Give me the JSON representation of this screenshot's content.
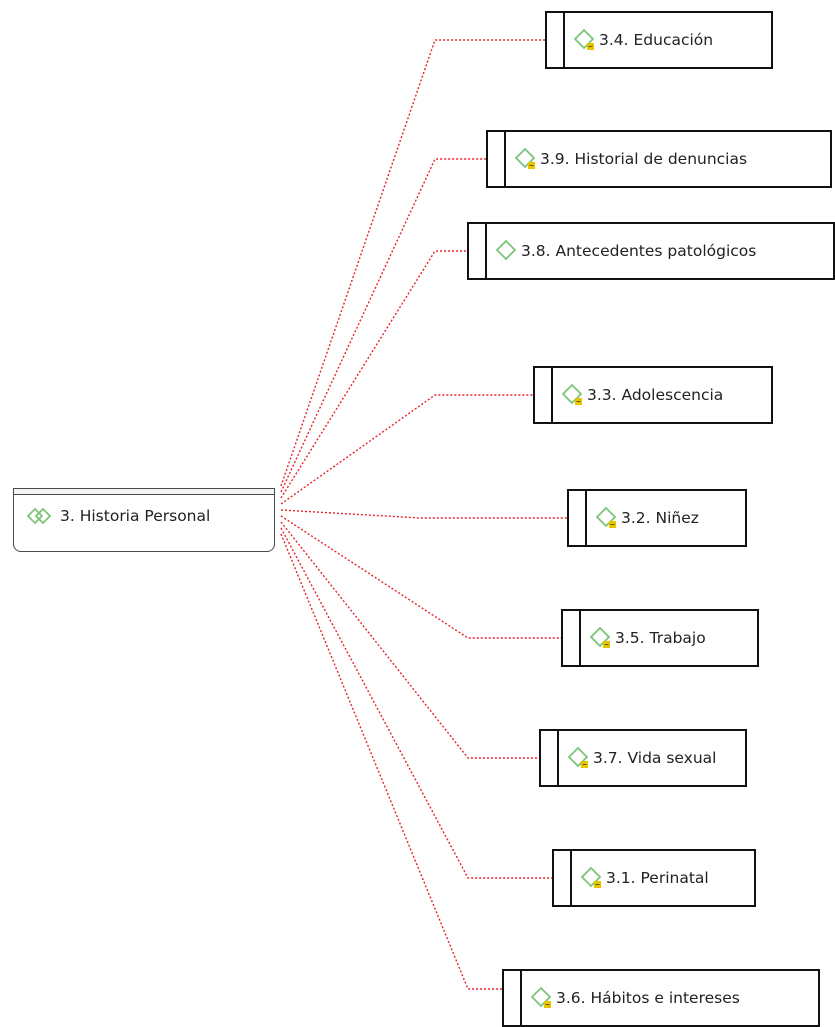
{
  "diagram": {
    "root": {
      "label": "3. Historia Personal",
      "icon": "double-diamond-icon"
    },
    "children": [
      {
        "id": "educacion",
        "label": "3.4. Educación",
        "icon": "diamond-note-icon"
      },
      {
        "id": "historial-denuncias",
        "label": "3.9. Historial de denuncias",
        "icon": "diamond-note-icon"
      },
      {
        "id": "antecedentes-patologicos",
        "label": "3.8. Antecedentes patológicos",
        "icon": "diamond-icon"
      },
      {
        "id": "adolescencia",
        "label": "3.3. Adolescencia",
        "icon": "diamond-note-icon"
      },
      {
        "id": "ninez",
        "label": "3.2. Niñez",
        "icon": "diamond-note-icon"
      },
      {
        "id": "trabajo",
        "label": "3.5. Trabajo",
        "icon": "diamond-note-icon"
      },
      {
        "id": "vida-sexual",
        "label": "3.7. Vida sexual",
        "icon": "diamond-note-icon"
      },
      {
        "id": "perinatal",
        "label": "3.1. Perinatal",
        "icon": "diamond-note-icon"
      },
      {
        "id": "habitos-intereses",
        "label": "3.6. Hábitos e intereses",
        "icon": "diamond-note-icon"
      }
    ],
    "colors": {
      "connector": "#e8242a",
      "icon_outline": "#7cc47a",
      "note_badge": "#e8c400",
      "border": "#111111"
    }
  }
}
